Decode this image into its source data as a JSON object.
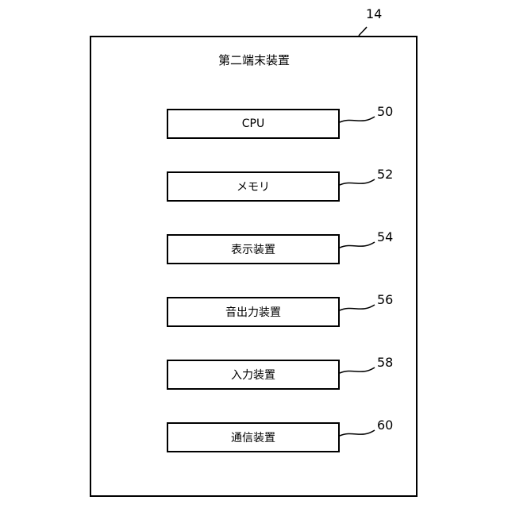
{
  "device": {
    "title": "第二端末装置",
    "ref": "14"
  },
  "components": [
    {
      "label": "CPU",
      "ref": "50"
    },
    {
      "label": "メモリ",
      "ref": "52"
    },
    {
      "label": "表示装置",
      "ref": "54"
    },
    {
      "label": "音出力装置",
      "ref": "56"
    },
    {
      "label": "入力装置",
      "ref": "58"
    },
    {
      "label": "通信装置",
      "ref": "60"
    }
  ]
}
